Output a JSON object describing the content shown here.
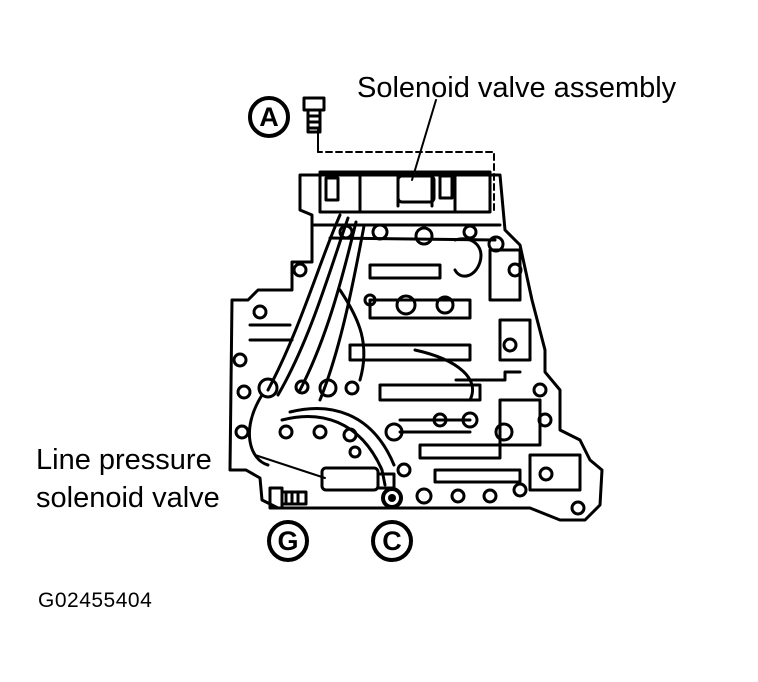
{
  "labels": {
    "solenoid_assembly": "Solenoid valve assembly",
    "line_pressure_1": "Line pressure",
    "line_pressure_2": "solenoid valve"
  },
  "callouts": {
    "a": "A",
    "g": "G",
    "c": "C"
  },
  "figure_code": "G02455404",
  "colors": {
    "ink": "#000000",
    "paper": "#ffffff"
  }
}
